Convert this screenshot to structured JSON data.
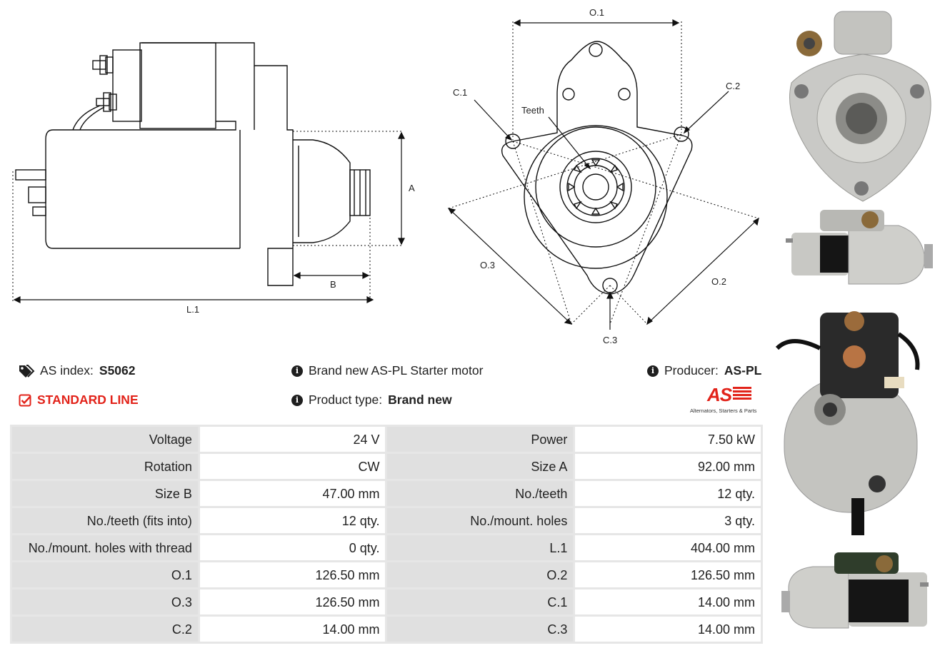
{
  "drawing": {
    "dim_labels": {
      "a": "A",
      "b": "B",
      "l1": "L.1",
      "o1": "O.1",
      "o2": "O.2",
      "o3": "O.3",
      "c1": "C.1",
      "c2": "C.2",
      "c3": "C.3",
      "teeth": "Teeth"
    }
  },
  "info": {
    "as_index_label": "AS index:",
    "as_index_value": "S5062",
    "standard_line": "STANDARD LINE",
    "description": "Brand new AS-PL Starter motor",
    "product_type_label": "Product type:",
    "product_type_value": "Brand new",
    "producer_label": "Producer:",
    "producer_value": "AS-PL",
    "logo_text": "AS",
    "logo_tagline": "Alternators, Starters & Parts"
  },
  "specs": [
    {
      "l1": "Voltage",
      "v1": "24 V",
      "l2": "Power",
      "v2": "7.50 kW"
    },
    {
      "l1": "Rotation",
      "v1": "CW",
      "l2": "Size A",
      "v2": "92.00 mm"
    },
    {
      "l1": "Size B",
      "v1": "47.00 mm",
      "l2": "No./teeth",
      "v2": "12 qty."
    },
    {
      "l1": "No./teeth (fits into)",
      "v1": "12 qty.",
      "l2": "No./mount. holes",
      "v2": "3 qty."
    },
    {
      "l1": "No./mount. holes with thread",
      "v1": "0 qty.",
      "l2": "L.1",
      "v2": "404.00 mm"
    },
    {
      "l1": "O.1",
      "v1": "126.50 mm",
      "l2": "O.2",
      "v2": "126.50 mm"
    },
    {
      "l1": "O.3",
      "v1": "126.50 mm",
      "l2": "C.1",
      "v2": "14.00 mm"
    },
    {
      "l1": "C.2",
      "v1": "14.00 mm",
      "l2": "C.3",
      "v2": "14.00 mm"
    }
  ],
  "colors": {
    "accent_red": "#e2231a",
    "table_label_bg": "#e0e0e0",
    "table_value_bg": "#ffffff"
  },
  "icons": [
    "tags-icon",
    "check-square-icon",
    "info-circle-icon"
  ]
}
